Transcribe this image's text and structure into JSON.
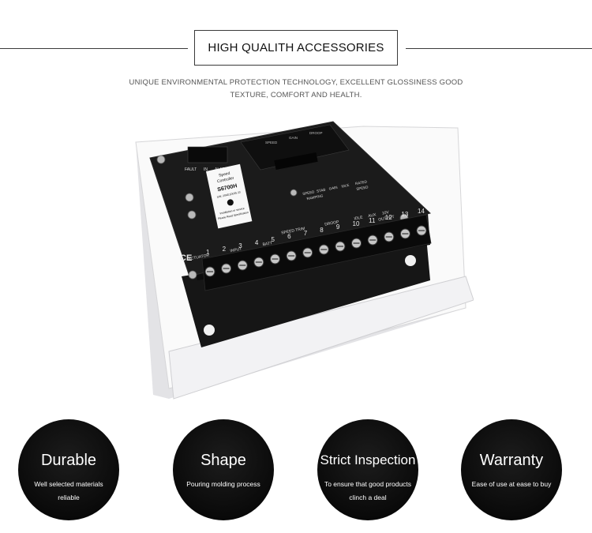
{
  "header": {
    "title": "HIGH QUALITH ACCESSORIES",
    "subtitle_line1": "UNIQUE ENVIRONMENTAL PROTECTION TECHNOLOGY, EXCELLENT GLOSSINESS GOOD",
    "subtitle_line2": "TEXTURE, COMFORT AND HEALTH."
  },
  "product": {
    "label_lines": [
      "Speed",
      "Controller",
      "S6700H",
      "S/N: 20KE1D035 23",
      "Installation or service",
      "Please Read Specification"
    ],
    "top_labels": [
      "FAULT",
      "IN",
      "ALARM"
    ],
    "panel_labels": [
      "SPEED",
      "GAIN",
      "DROOP"
    ],
    "pot_labels": [
      "SPEED",
      "STAB",
      "GAIN",
      "IDLE",
      "RATED"
    ],
    "pot_labels_row2": [
      "RAMPING",
      "SPEED"
    ],
    "group_labels": [
      "ACTUATOR",
      "INPUT",
      "BATT",
      "SPEED TRIM",
      "DROOP",
      "IDLE",
      "AUX",
      "10V",
      "OUTPUT"
    ],
    "terminal_numbers": [
      "1",
      "2",
      "3",
      "4",
      "5",
      "6",
      "7",
      "8",
      "9",
      "10",
      "11",
      "12",
      "13",
      "14"
    ],
    "ce_mark": "CE"
  },
  "features": [
    {
      "title": "Durable",
      "desc": "Well selected materials reliable"
    },
    {
      "title": "Shape",
      "desc": "Pouring molding process"
    },
    {
      "title": "Strict Inspection",
      "desc": "To ensure that good products clinch a deal"
    },
    {
      "title": "Warranty",
      "desc": "Ease of use at ease to buy"
    }
  ]
}
